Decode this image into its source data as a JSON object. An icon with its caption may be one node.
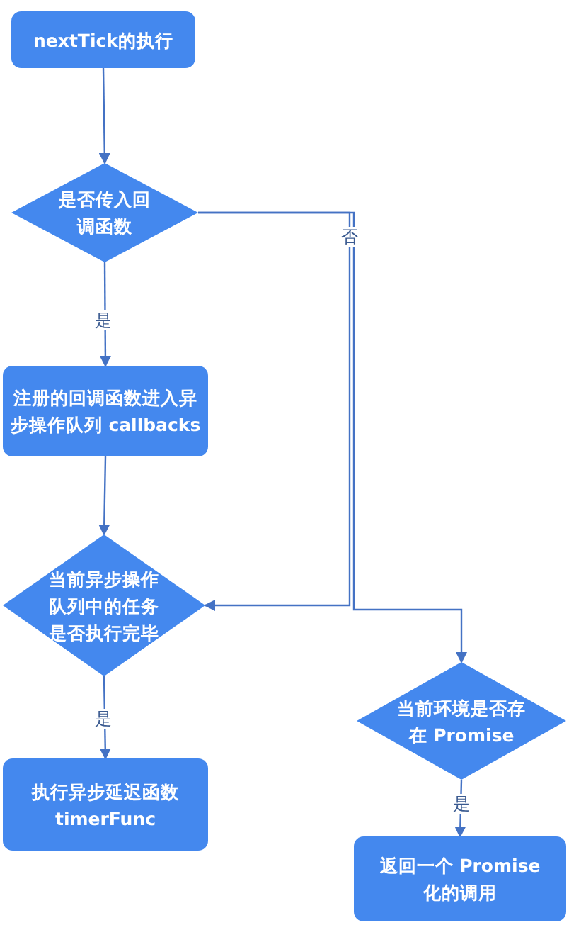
{
  "diagram": {
    "nodes": [
      {
        "text": [
          "nextTick的执行"
        ]
      },
      {
        "text": [
          "是否传入回调函数"
        ]
      },
      {
        "text": [
          "注册的回调函数进入异步操作队列 callbacks"
        ]
      },
      {
        "text": [
          "当前异步操作队列中的任务是否执行完毕"
        ]
      },
      {
        "text": [
          "执行异步延迟函数 timerFunc"
        ]
      },
      {
        "text": [
          "当前环境是否存在 Promise"
        ]
      },
      {
        "text": [
          "返回一个 Promise 化的调用"
        ]
      }
    ],
    "edges": [
      {
        "from": 0,
        "to": 1,
        "arrow": "to"
      },
      {
        "from": 1,
        "to": 2,
        "arrow": "to",
        "label": "是"
      },
      {
        "from": 2,
        "to": 3,
        "arrow": "to"
      },
      {
        "from": 1,
        "to": 3,
        "arrow": "to",
        "label": "否"
      },
      {
        "from": 1,
        "to": 5,
        "arrow": "to"
      },
      {
        "from": 3,
        "to": 4,
        "arrow": "to",
        "label": "是"
      },
      {
        "from": 5,
        "to": 6,
        "arrow": "to",
        "label": "是"
      }
    ]
  }
}
